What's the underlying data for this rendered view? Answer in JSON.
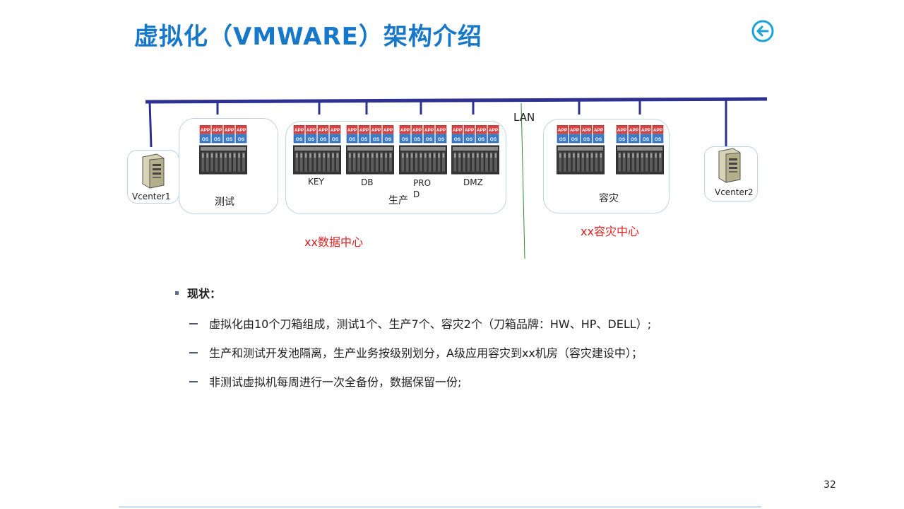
{
  "title": "虚拟化（VMWARE）架构介绍",
  "back_icon": "circle-arrow-left-icon",
  "diagram": {
    "network_label": "LAN",
    "server_icon": "server-tower-icon",
    "blade_icon": "blade-chassis-icon",
    "app_tag": "APP",
    "os_tag": "OS",
    "vcenter1": "Vcenter1",
    "vcenter2": "Vcenter2",
    "test_group": "测试",
    "prod_group": "生产",
    "dr_group": "容灾",
    "prod_clusters": [
      "KEY",
      "DB",
      "PRO\nD",
      "DMZ"
    ],
    "datacenter_label": "xx数据中心",
    "dr_center_label": "xx容灾中心",
    "colors": {
      "bus": "#2e3192",
      "title": "#1777c8",
      "red": "#e02020",
      "divider": "#2e8b2e",
      "box_border": "#bcd3e6"
    }
  },
  "status": {
    "heading": "现状：",
    "items": [
      "虚拟化由10个刀箱组成，测试1个、生产7个、容灾2个（刀箱品牌：HW、HP、DELL）;",
      "生产和测试开发池隔离，生产业务按级别划分，A级应用容灾到xx机房（容灾建设中）；",
      "非测试虚拟机每周进行一次全备份，数据保留一份;"
    ]
  },
  "page_number": "32"
}
